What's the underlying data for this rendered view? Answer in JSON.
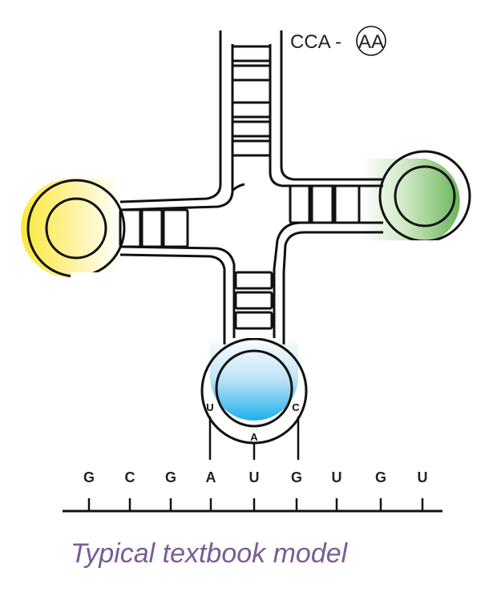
{
  "acceptor": {
    "label": "CCA - ",
    "aa_label": "AA"
  },
  "anticodon": [
    "U",
    "A",
    "C"
  ],
  "mrna": {
    "bases": [
      "G",
      "C",
      "G",
      "A",
      "U",
      "G",
      "U",
      "G",
      "U"
    ]
  },
  "caption": "Typical textbook model",
  "colors": {
    "d_loop": "#fbe94a",
    "t_loop": "#7dbf6b",
    "anticodon_loop": "#3fb8e8",
    "caption": "#7a5c96",
    "stroke": "#111111"
  }
}
